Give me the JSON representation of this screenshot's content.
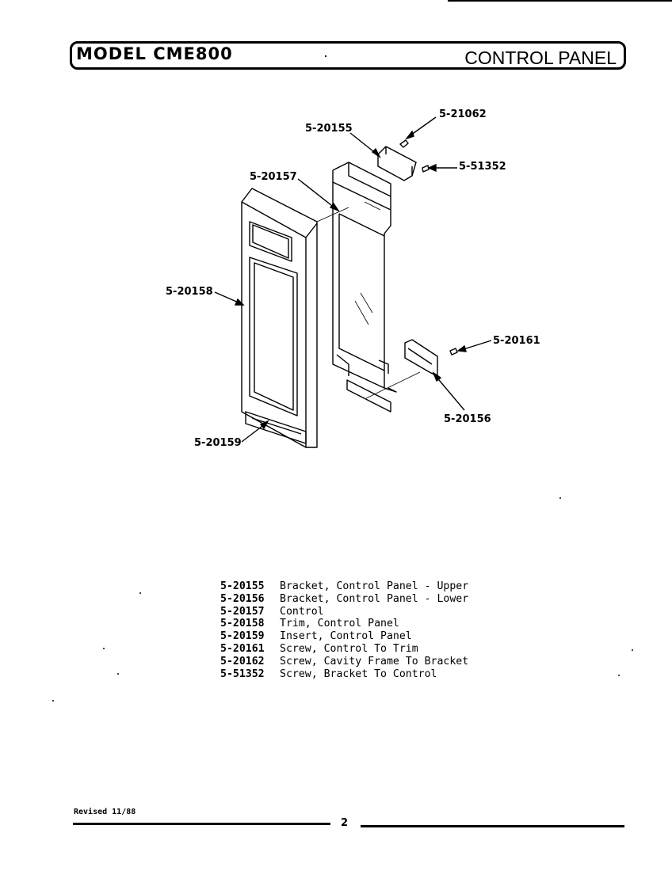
{
  "header": {
    "model_label": "MODEL CME800",
    "section_title": "CONTROL PANEL"
  },
  "callouts": {
    "c21062": "5-21062",
    "c20155": "5-20155",
    "c51352": "5-51352",
    "c20157": "5-20157",
    "c20158": "5-20158",
    "c20161": "5-20161",
    "c20156": "5-20156",
    "c20159": "5-20159"
  },
  "parts": [
    {
      "number": "5-20155",
      "description": "Bracket, Control Panel - Upper"
    },
    {
      "number": "5-20156",
      "description": "Bracket, Control Panel - Lower"
    },
    {
      "number": "5-20157",
      "description": "Control"
    },
    {
      "number": "5-20158",
      "description": "Trim, Control Panel"
    },
    {
      "number": "5-20159",
      "description": "Insert, Control Panel"
    },
    {
      "number": "5-20161",
      "description": "Screw, Control To Trim"
    },
    {
      "number": "5-20162",
      "description": "Screw, Cavity Frame To Bracket"
    },
    {
      "number": "5-51352",
      "description": "Screw, Bracket To Control"
    }
  ],
  "footer": {
    "revised": "Revised 11/88",
    "page_number": "2"
  }
}
